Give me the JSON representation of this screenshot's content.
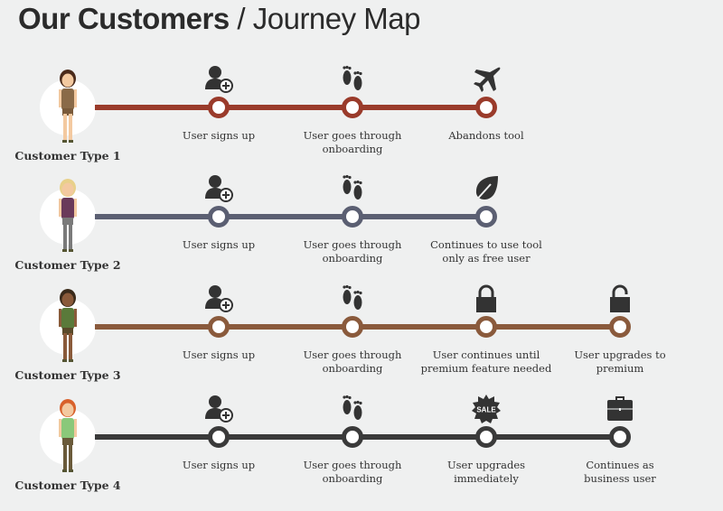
{
  "title": {
    "bold": "Our Customers",
    "sep": " / ",
    "light": "Journey Map"
  },
  "rows": [
    {
      "customer": "Customer Type 1",
      "color": "#9a3b2b",
      "person": "woman-brown-hair",
      "steps": [
        {
          "icon": "add-user-icon",
          "label": "User signs up"
        },
        {
          "icon": "footprints-icon",
          "label": "User goes through\nonboarding"
        },
        {
          "icon": "airplane-icon",
          "label": "Abandons tool"
        }
      ]
    },
    {
      "customer": "Customer Type 2",
      "color": "#5b5f72",
      "person": "man-blonde-vest",
      "steps": [
        {
          "icon": "add-user-icon",
          "label": "User signs up"
        },
        {
          "icon": "footprints-icon",
          "label": "User goes through\nonboarding"
        },
        {
          "icon": "leaf-icon",
          "label": "Continues to use tool\nonly as free user"
        }
      ]
    },
    {
      "customer": "Customer Type 3",
      "color": "#8a5a3c",
      "person": "woman-curly-hair",
      "steps": [
        {
          "icon": "add-user-icon",
          "label": "User signs up"
        },
        {
          "icon": "footprints-icon",
          "label": "User goes through\nonboarding"
        },
        {
          "icon": "lock-closed-icon",
          "label": "User continues until\npremium feature needed"
        },
        {
          "icon": "lock-open-icon",
          "label": "User upgrades to\npremium"
        }
      ]
    },
    {
      "customer": "Customer Type 4",
      "color": "#3a3a3a",
      "person": "man-red-hair",
      "steps": [
        {
          "icon": "add-user-icon",
          "label": "User signs up"
        },
        {
          "icon": "footprints-icon",
          "label": "User goes through\nonboarding"
        },
        {
          "icon": "sale-badge-icon",
          "label": "User upgrades\nimmediately",
          "badge": "SALE"
        },
        {
          "icon": "briefcase-icon",
          "label": "Continues as\nbusiness user"
        }
      ]
    }
  ]
}
